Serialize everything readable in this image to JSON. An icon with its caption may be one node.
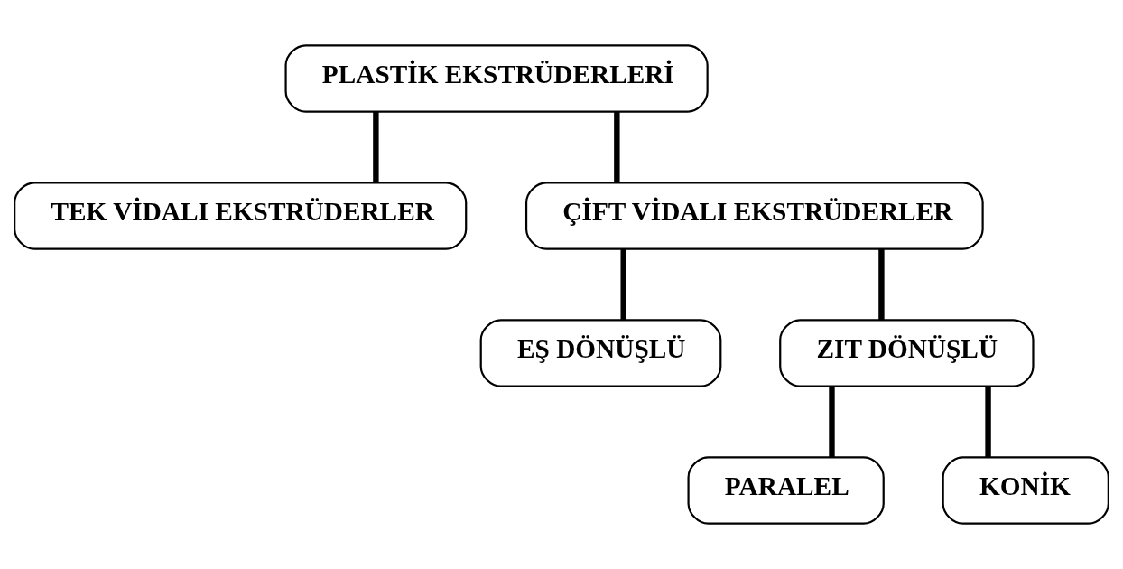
{
  "diagram": {
    "nodes": [
      {
        "text": [
          "PLASTİK EKSTRÜDERLERİ"
        ]
      },
      {
        "text": [
          "TEK VİDALI EKSTRÜDERLER"
        ]
      },
      {
        "text": [
          "ÇİFT VİDALI EKSTRÜDERLER"
        ]
      },
      {
        "text": [
          "EŞ DÖNÜŞLÜ"
        ]
      },
      {
        "text": [
          "ZIT DÖNÜŞLÜ"
        ]
      },
      {
        "text": [
          "PARALEL"
        ]
      },
      {
        "text": [
          "KONİK"
        ]
      }
    ],
    "edges": [
      {
        "from": 0,
        "to": 1,
        "arrow": "none"
      },
      {
        "from": 0,
        "to": 2,
        "arrow": "none"
      },
      {
        "from": 2,
        "to": 3,
        "arrow": "none"
      },
      {
        "from": 2,
        "to": 4,
        "arrow": "none"
      },
      {
        "from": 4,
        "to": 5,
        "arrow": "none"
      },
      {
        "from": 4,
        "to": 6,
        "arrow": "none"
      }
    ]
  }
}
